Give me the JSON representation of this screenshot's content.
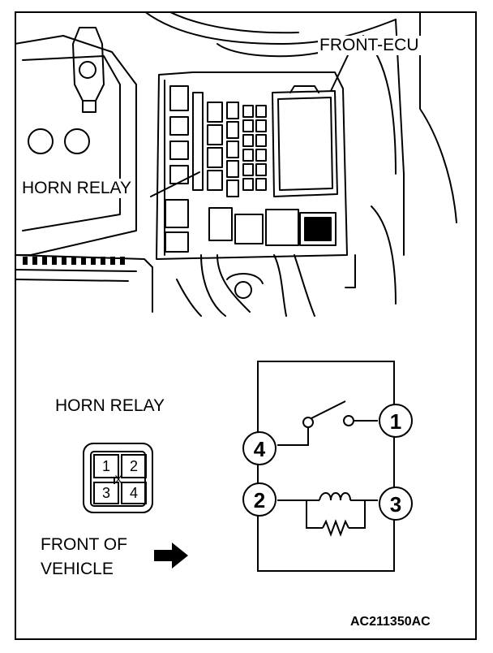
{
  "labels": {
    "front_ecu": "FRONT-ECU",
    "horn_relay_callout": "HORN RELAY",
    "horn_relay_title": "HORN RELAY",
    "front_of_vehicle_line1": "FRONT OF",
    "front_of_vehicle_line2": "VEHICLE",
    "figure_code": "AC211350AC"
  },
  "connector": {
    "pins": [
      "1",
      "2",
      "3",
      "4"
    ],
    "center_mark": "X"
  },
  "schematic": {
    "terminals": [
      "1",
      "2",
      "3",
      "4"
    ]
  },
  "icons": [
    "arrow-right-icon",
    "coil-icon",
    "resistor-icon",
    "switch-icon"
  ]
}
